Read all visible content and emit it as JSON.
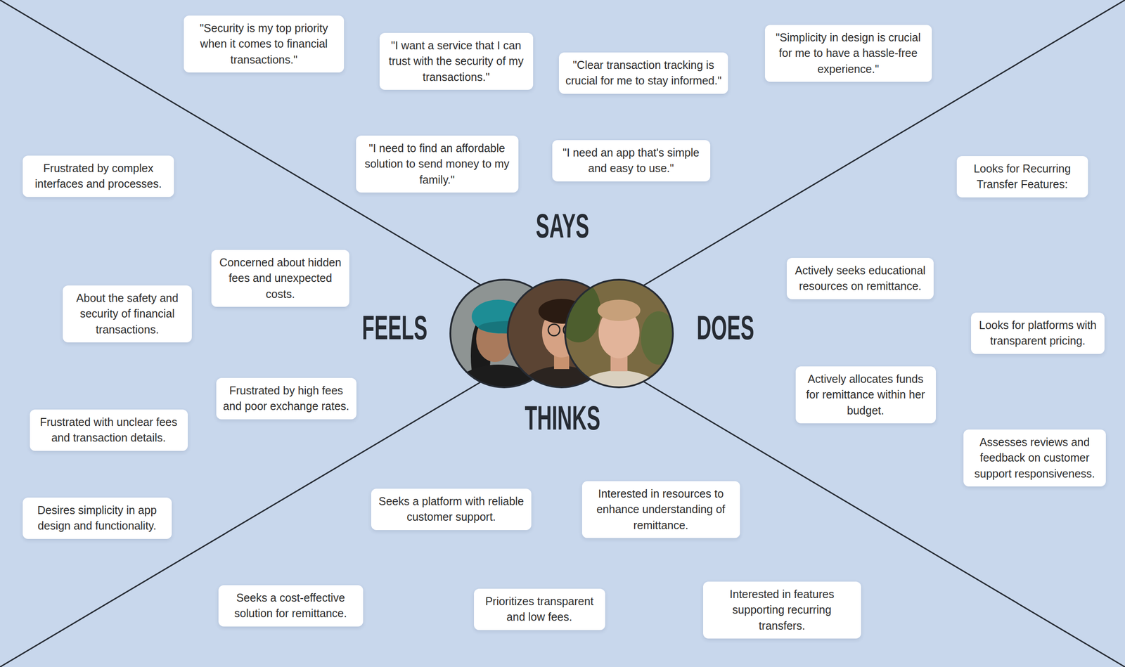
{
  "diagram": {
    "nodes": [
      {
        "text": [
          "\"Security is my top priority when it comes to financial transactions.\""
        ]
      },
      {
        "text": [
          "\"I want a service that I can trust with the security of my transactions.\""
        ]
      },
      {
        "text": [
          "\"Clear transaction tracking is crucial for me to stay informed.\""
        ]
      },
      {
        "text": [
          "\"Simplicity in design is crucial for me to have a hassle-free experience.\""
        ]
      },
      {
        "text": [
          "\"I need to find an affordable solution to send money to my family.\""
        ]
      },
      {
        "text": [
          "\"I need an app that's simple and easy to use.\""
        ]
      },
      {
        "text": [
          "Frustrated by complex interfaces and processes."
        ]
      },
      {
        "text": [
          "Looks for Recurring Transfer Features:"
        ]
      },
      {
        "text": [
          "Concerned about hidden fees and unexpected costs."
        ]
      },
      {
        "text": [
          "Actively seeks educational resources on remittance."
        ]
      },
      {
        "text": [
          "About the safety and security of financial transactions."
        ]
      },
      {
        "text": [
          "Looks for platforms with transparent pricing."
        ]
      },
      {
        "text": [
          "Frustrated by high fees and poor exchange rates."
        ]
      },
      {
        "text": [
          "Actively allocates funds for remittance within her budget."
        ]
      },
      {
        "text": [
          "Frustrated with unclear fees and transaction details."
        ]
      },
      {
        "text": [
          "Assesses reviews and feedback on customer support responsiveness."
        ]
      },
      {
        "text": [
          "Desires simplicity in app design and functionality."
        ]
      },
      {
        "text": [
          "Seeks a platform with reliable customer support."
        ]
      },
      {
        "text": [
          "Interested in resources to enhance understanding of remittance."
        ]
      },
      {
        "text": [
          "Seeks a cost-effective solution for remittance."
        ]
      },
      {
        "text": [
          "Prioritizes transparent and low fees."
        ]
      },
      {
        "text": [
          "Interested in features supporting recurring transfers."
        ]
      }
    ],
    "labels": [
      "SAYS",
      "FEELS",
      "DOES",
      "THINKS"
    ]
  }
}
